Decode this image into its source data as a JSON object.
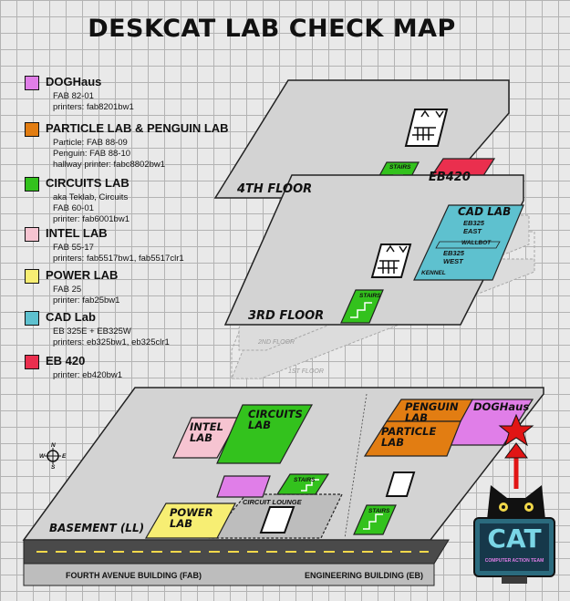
{
  "title": "DESKCAT LAB CHECK MAP",
  "colors": {
    "doghaus": "#e07ee8",
    "particle": "#e27d12",
    "circuits": "#33c21d",
    "intel": "#f6c4d1",
    "power": "#f7ee73",
    "cad": "#5ec1cf",
    "eb420": "#ea2f4e",
    "floor": "#d3d3d3",
    "road": "#4a4a4a",
    "marker": "#e11515"
  },
  "legend": [
    {
      "name": "DOGHaus",
      "color_key": "doghaus",
      "lines": [
        "FAB 82-01",
        "printers: fab8201bw1"
      ]
    },
    {
      "name": "PARTICLE LAB & PENGUIN LAB",
      "color_key": "particle",
      "lines": [
        "Particle: FAB 88-09",
        "Penguin: FAB 88-10",
        "hallway printer: fabc8802bw1"
      ]
    },
    {
      "name": "CIRCUITS LAB",
      "color_key": "circuits",
      "lines": [
        "aka Teklab, Circuits",
        "FAB 60-01",
        "printer: fab6001bw1"
      ]
    },
    {
      "name": "INTEL LAB",
      "color_key": "intel",
      "lines": [
        "FAB 55-17",
        "printers: fab5517bw1, fab5517clr1"
      ]
    },
    {
      "name": "POWER LAB",
      "color_key": "power",
      "lines": [
        "FAB 25",
        "printer: fab25bw1"
      ]
    },
    {
      "name": "CAD Lab",
      "color_key": "cad",
      "lines": [
        "EB 325E + EB325W",
        "printers: eb325bw1, eb325clr1"
      ]
    },
    {
      "name": "EB 420",
      "color_key": "eb420",
      "lines": [
        "printer: eb420bw1"
      ]
    }
  ],
  "floors": {
    "fourth": "4TH FLOOR",
    "third": "3RD FLOOR",
    "second": "2ND FLOOR",
    "first": "1ST FLOOR",
    "basement": "BASEMENT (LL)"
  },
  "rooms": {
    "eb420": "EB420",
    "cad_title": "CAD LAB",
    "cad_east": "EB325\nEAST",
    "cad_west": "EB325\nWEST",
    "wallbot": "WALLBOT",
    "kennel": "KENNEL",
    "intel": "INTEL\nLAB",
    "circuits": "CIRCUITS\nLAB",
    "power": "POWER\nLAB",
    "circuit_lounge": "CIRCUIT LOUNGE",
    "penguin": "PENGUIN\nLAB",
    "particle": "PARTICLE\nLAB",
    "doghaus": "DOGHaus",
    "stairs": "STAIRS"
  },
  "buildings": {
    "fab": "FOURTH AVENUE BUILDING (FAB)",
    "eb": "ENGINEERING BUILDING (EB)"
  },
  "compass": {
    "n": "N",
    "s": "S",
    "e": "E",
    "w": "W"
  },
  "logo": {
    "text": "CAT",
    "subtitle": "COMPUTER ACTION TEAM"
  }
}
